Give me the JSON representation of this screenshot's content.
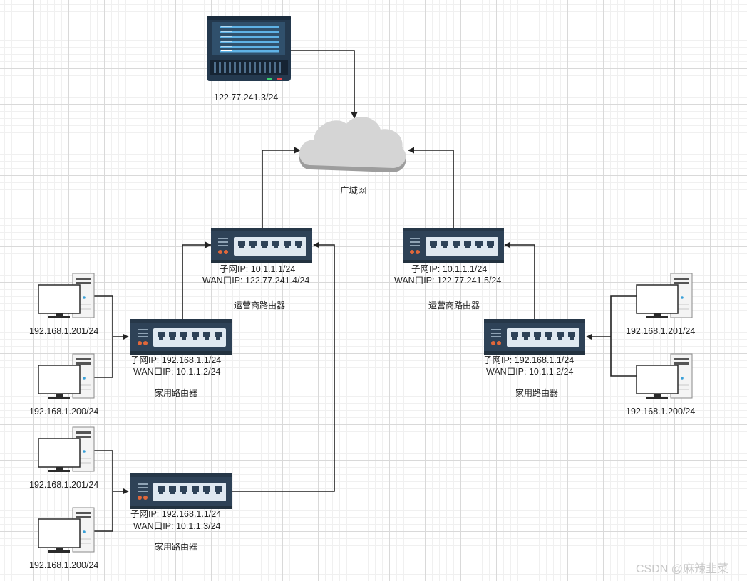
{
  "server": {
    "ip": "122.77.241.3/24"
  },
  "cloud": {
    "label": "广域网"
  },
  "isp_left": {
    "subnet": "子网IP:  10.1.1.1/24",
    "wan": "WAN口IP:  122.77.241.4/24",
    "name": "运营商路由器"
  },
  "isp_right": {
    "subnet": "子网IP:  10.1.1.1/24",
    "wan": "WAN口IP:  122.77.241.5/24",
    "name": "运营商路由器"
  },
  "home_left_1": {
    "subnet": "子网IP:  192.168.1.1/24",
    "wan": "WAN口IP:  10.1.1.2/24",
    "name": "家用路由器"
  },
  "home_left_2": {
    "subnet": "子网IP:  192.168.1.1/24",
    "wan": "WAN口IP:  10.1.1.3/24",
    "name": "家用路由器"
  },
  "home_right": {
    "subnet": "子网IP:  192.168.1.1/24",
    "wan": "WAN口IP:  10.1.1.2/24",
    "name": "家用路由器"
  },
  "pcs": {
    "l1a": "192.168.1.201/24",
    "l1b": "192.168.1.200/24",
    "l2a": "192.168.1.201/24",
    "l2b": "192.168.1.200/24",
    "ra": "192.168.1.201/24",
    "rb": "192.168.1.200/24"
  },
  "watermark": "CSDN @麻辣韭菜"
}
